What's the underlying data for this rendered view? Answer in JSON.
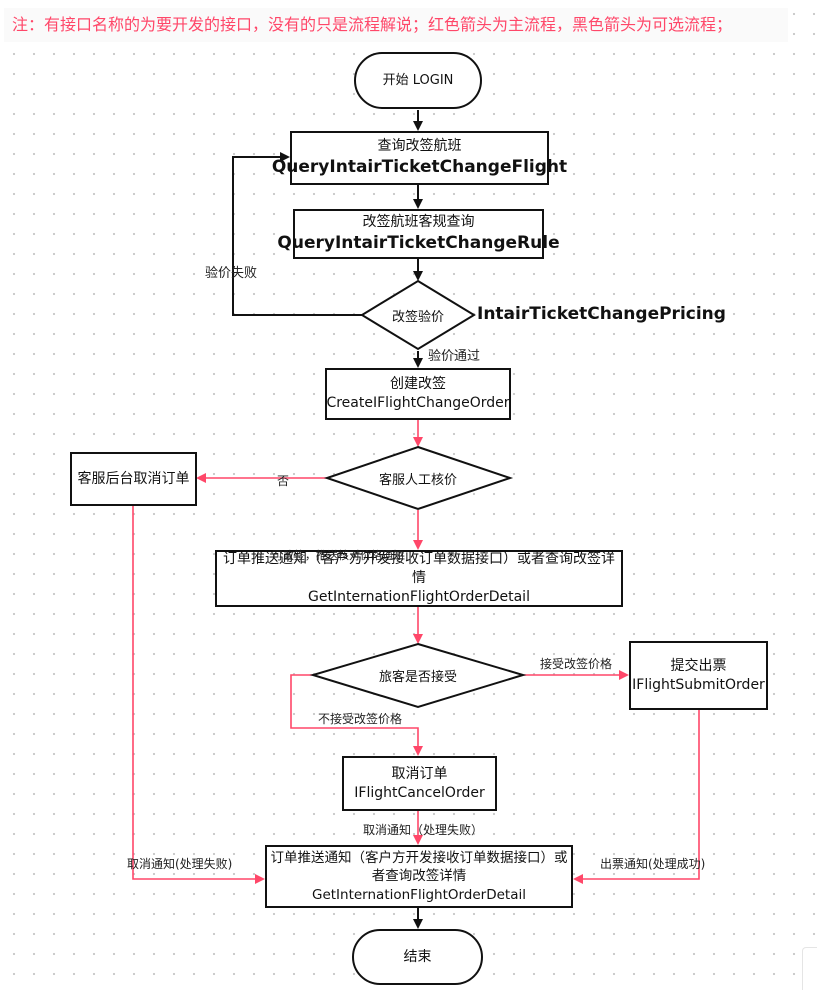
{
  "note": "注：有接口名称的为要开发的接口，没有的只是流程解说；红色箭头为主流程，黑色箭头为可选流程；",
  "nodes": {
    "start": "开始 LOGIN",
    "query_flight": {
      "title": "查询改签航班",
      "api": "QueryIntairTicketChangeFlight"
    },
    "query_rule": {
      "title": "改签航班客规查询",
      "api": "QueryIntairTicketChangeRule"
    },
    "pricing": {
      "title": "改签验价",
      "api": "IntairTicketChangePricing"
    },
    "create_order": {
      "title": "创建改签",
      "api": "CreateIFlightChangeOrder"
    },
    "manual_check": {
      "title": "客服人工核价"
    },
    "cancel_backend": {
      "title": "客服后台取消订单"
    },
    "push_notify_1": {
      "title": "订单推送通知（客户方开发接收订单数据接口）或者查询改签详情",
      "api": "GetInternationFlightOrderDetail"
    },
    "passenger_accept": {
      "title": "旅客是否接受"
    },
    "submit_ticket": {
      "title": "提交出票",
      "api": "IFlightSubmitOrder"
    },
    "cancel_order": {
      "title": "取消订单",
      "api": "IFlightCancelOrder"
    },
    "push_notify_2": {
      "line1": "订单推送通知（客户方开发接收订单数据接口）或",
      "line2": "者查询改签详情GetInternationFlightOrderDetail"
    },
    "end": "结束"
  },
  "edge_labels": {
    "pricing_fail": "验价失败",
    "pricing_pass": "验价通过",
    "reject": "否",
    "approved": "可改签，推送核对价格通知",
    "accept_price": "接受改签价格",
    "reject_price": "不接受改签价格",
    "cancel_notify_fail": "取消通知（处理失败）",
    "cancel_notify_fail_left": "取消通知(处理失败)",
    "ticket_notify_ok": "出票通知(处理成功)"
  },
  "colors": {
    "main": "#ff4769",
    "optional": "#111111"
  }
}
